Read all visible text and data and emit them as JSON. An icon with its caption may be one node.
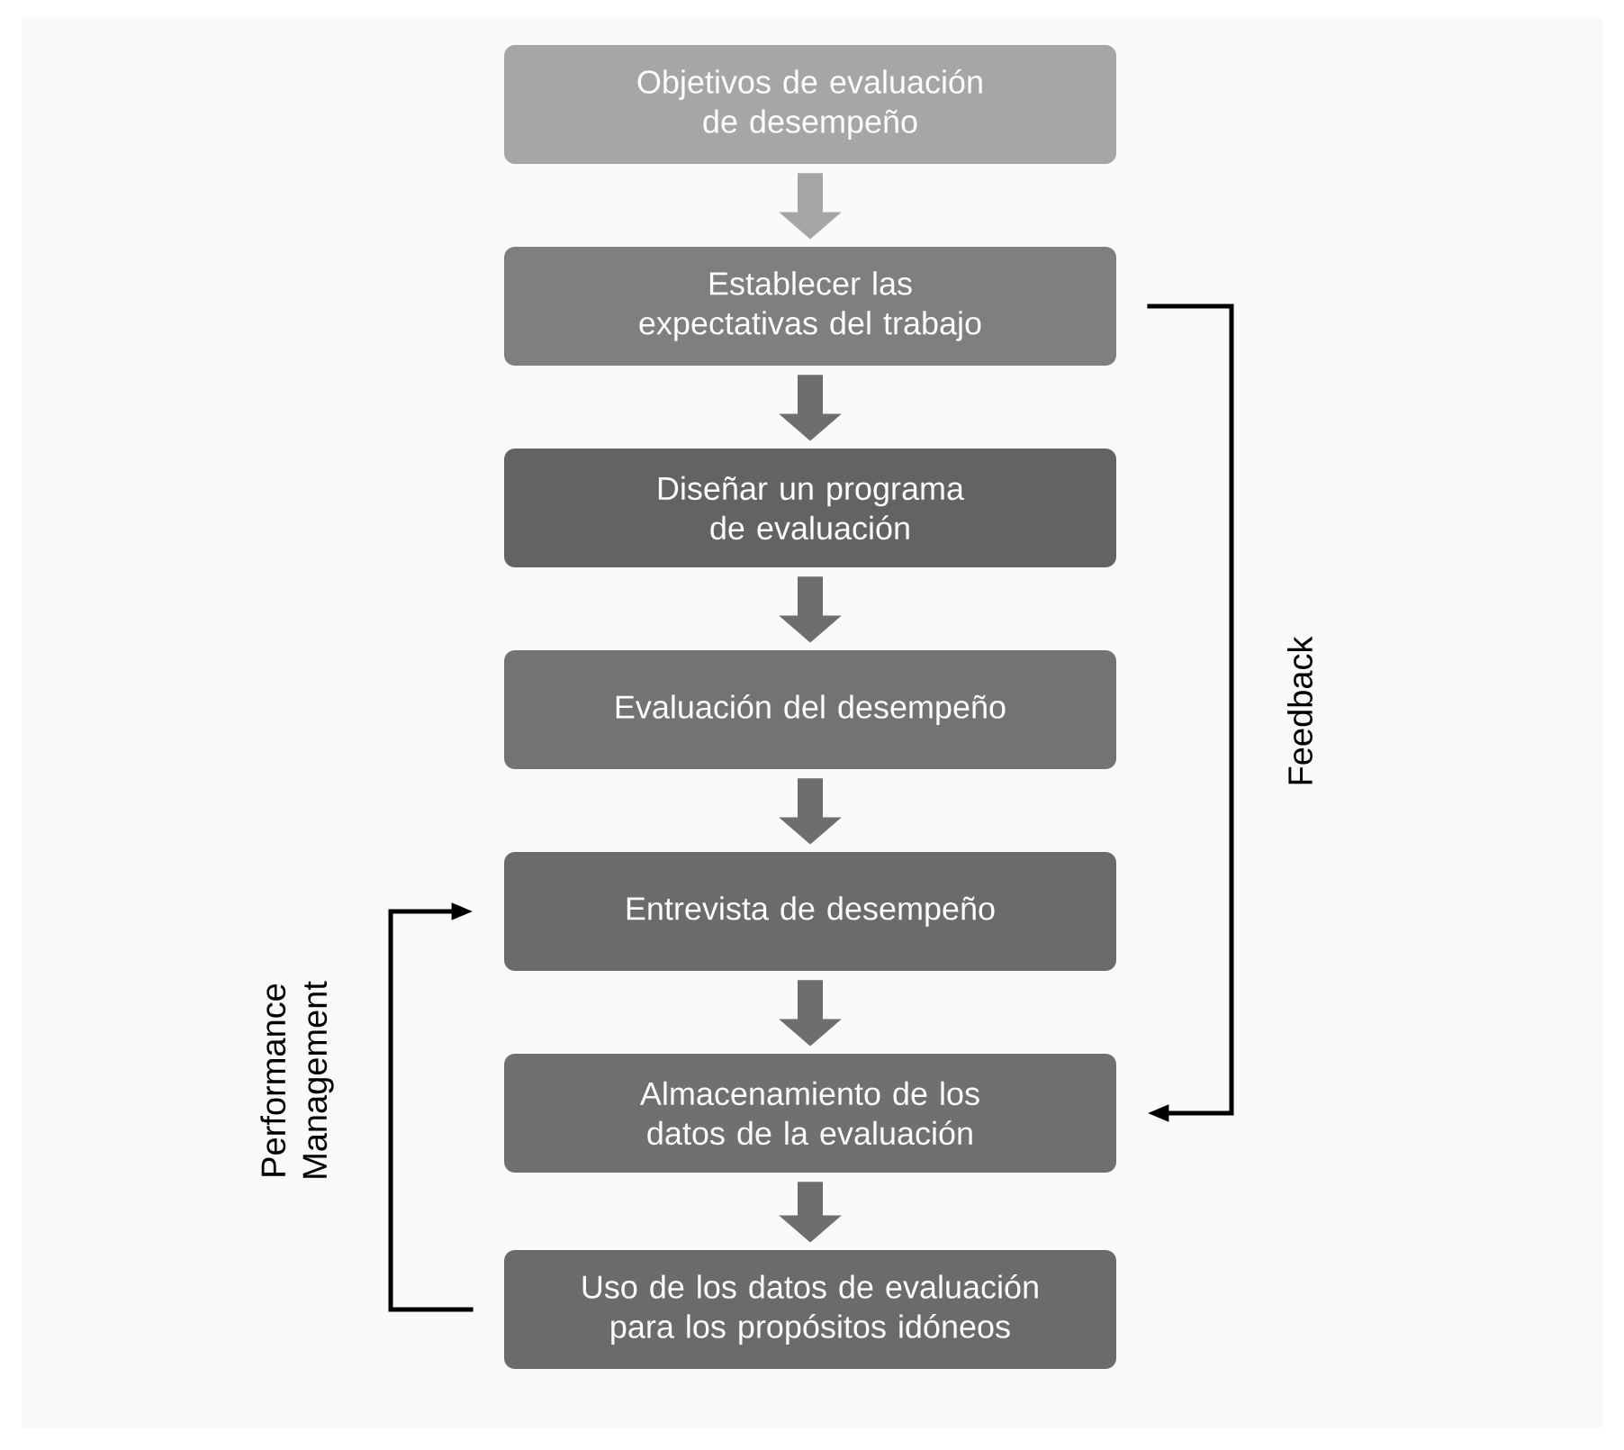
{
  "diagram": {
    "nodes": [
      {
        "text": [
          "Objetivos de evaluación de desempeño"
        ]
      },
      {
        "text": [
          "Establecer las expectativas del trabajo"
        ]
      },
      {
        "text": [
          "Diseñar un programa de evaluación"
        ]
      },
      {
        "text": [
          "Evaluación del desempeño"
        ]
      },
      {
        "text": [
          "Entrevista de desempeño"
        ]
      },
      {
        "text": [
          "Almacenamiento de los datos de la evaluación"
        ]
      },
      {
        "text": [
          "Uso de los datos de evaluación para los propósitos idóneos"
        ]
      }
    ],
    "edges": [
      {
        "from": 0,
        "to": 1,
        "arrow": "to",
        "color": "#a6a6a6"
      },
      {
        "from": 1,
        "to": 2,
        "arrow": "to"
      },
      {
        "from": 2,
        "to": 3,
        "arrow": "to"
      },
      {
        "from": 3,
        "to": 4,
        "arrow": "to"
      },
      {
        "from": 4,
        "to": 5,
        "arrow": "to"
      },
      {
        "from": 5,
        "to": 6,
        "arrow": "to"
      },
      {
        "from": 1,
        "to": 5,
        "arrow": "to",
        "label": "Feedback",
        "color": "#000000"
      },
      {
        "from": 6,
        "to": 4,
        "arrow": "to",
        "label": "Performance Management",
        "color": "#000000"
      }
    ]
  }
}
